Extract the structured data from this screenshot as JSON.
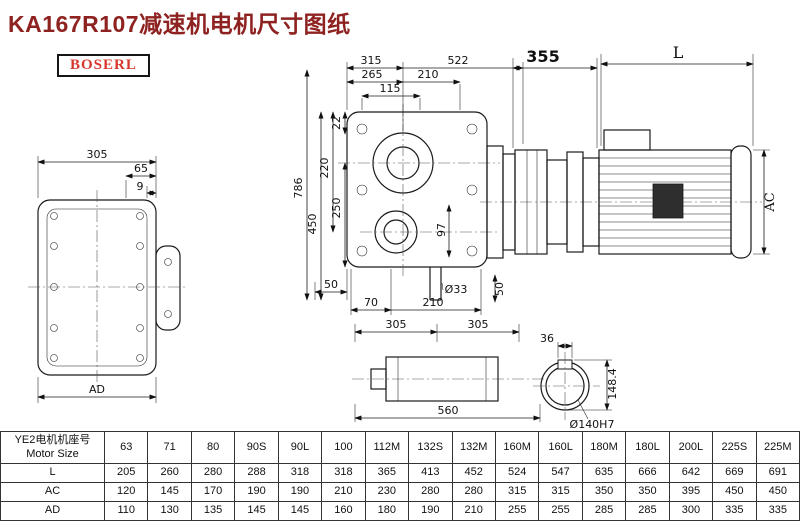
{
  "header": {
    "title": "KA167R107减速机电机尺寸图纸",
    "brand": "BOSERL"
  },
  "dims": {
    "w315": "315",
    "w522": "522",
    "w265": "265",
    "w210t": "210",
    "w115": "115",
    "h22": "22",
    "h220": "220",
    "h250": "250",
    "h450": "450",
    "h786": "786",
    "h97": "97",
    "b50l": "50",
    "b70": "70",
    "b210": "210",
    "d33": "Ø33",
    "b50r": "50",
    "m355": "355",
    "mL": "L",
    "mAC": "AC",
    "s305": "305",
    "s65": "65",
    "s9": "9",
    "sAD": "AD",
    "sh305a": "305",
    "sh305b": "305",
    "sh560": "560",
    "k36": "36",
    "k148": "148.4",
    "k140": "Ø140H7"
  },
  "table": {
    "header_cn": "YE2电机机座号",
    "header_en": "Motor Size",
    "sizes": [
      "63",
      "71",
      "80",
      "90S",
      "90L",
      "100",
      "112M",
      "132S",
      "132M",
      "160M",
      "160L",
      "180M",
      "180L",
      "200L",
      "225S",
      "225M"
    ],
    "rows": [
      {
        "label": "L",
        "values": [
          "205",
          "260",
          "280",
          "288",
          "318",
          "318",
          "365",
          "413",
          "452",
          "524",
          "547",
          "635",
          "666",
          "642",
          "669",
          "691"
        ]
      },
      {
        "label": "AC",
        "values": [
          "120",
          "145",
          "170",
          "190",
          "190",
          "210",
          "230",
          "280",
          "280",
          "315",
          "315",
          "350",
          "350",
          "395",
          "450",
          "450"
        ]
      },
      {
        "label": "AD",
        "values": [
          "110",
          "130",
          "135",
          "145",
          "145",
          "160",
          "180",
          "190",
          "210",
          "255",
          "255",
          "285",
          "285",
          "300",
          "335",
          "335"
        ]
      }
    ]
  }
}
